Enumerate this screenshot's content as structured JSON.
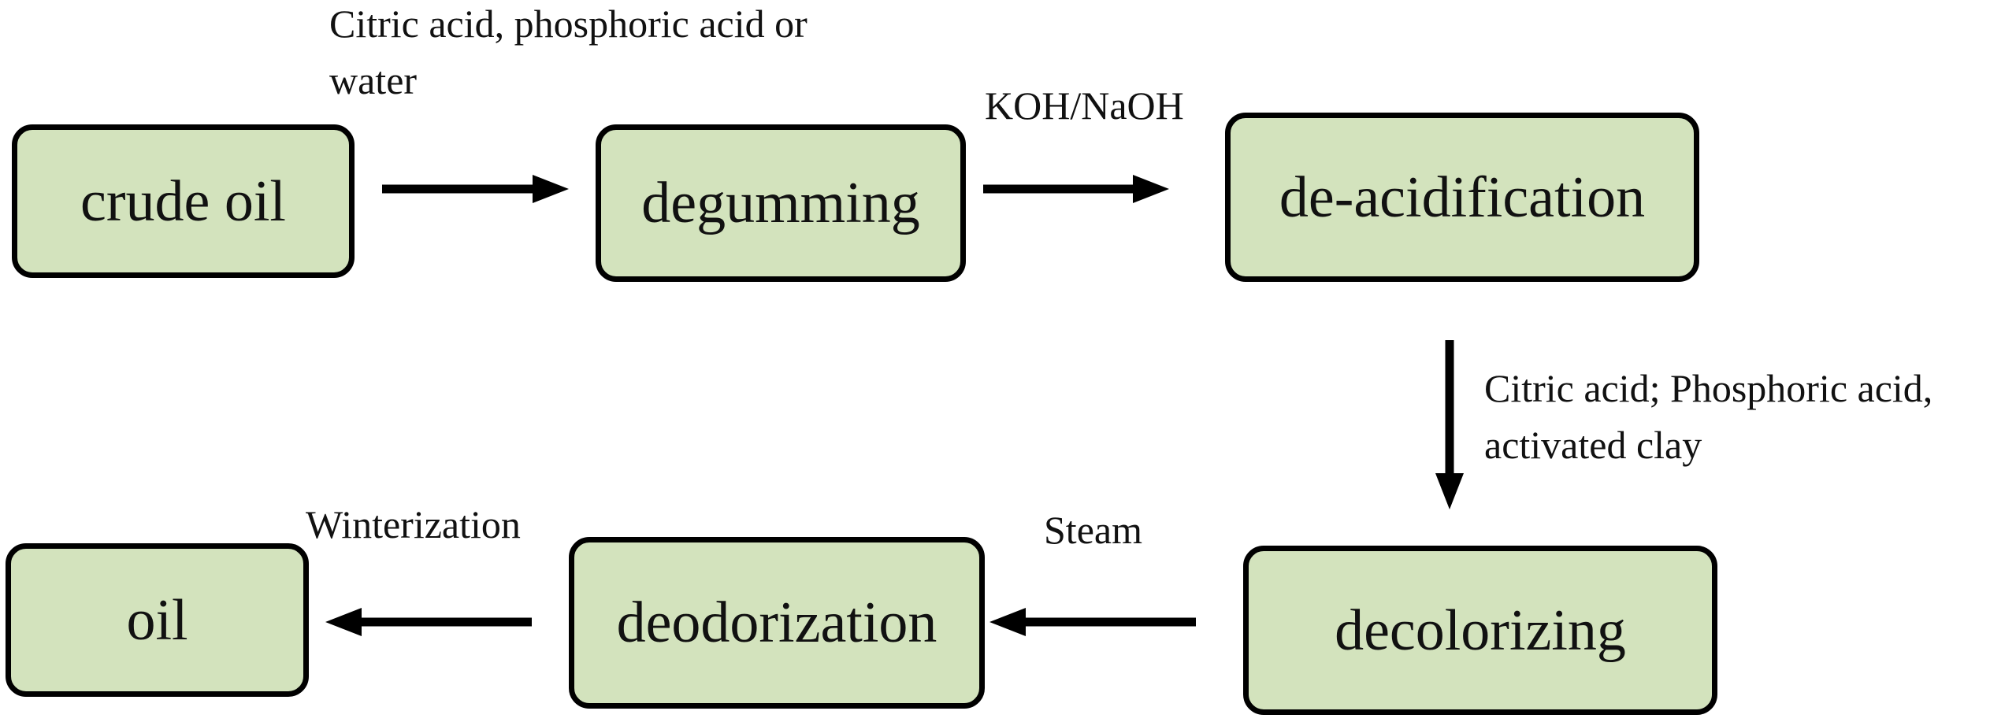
{
  "colors": {
    "box_fill": "#d3e3bd",
    "box_border": "#000000",
    "arrow": "#000000",
    "text": "#111111"
  },
  "steps": {
    "crude_oil": "crude oil",
    "degumming": "degumming",
    "deacidification": "de-acidification",
    "decolorizing": "decolorizing",
    "deodorization": "deodorization",
    "oil": "oil"
  },
  "reagents": {
    "degumming_line1": "Citric acid, phosphoric acid or",
    "degumming_line2": "water",
    "deacidification": "KOH/NaOH",
    "decolorizing_line1": "Citric acid; Phosphoric acid,",
    "decolorizing_line2": "activated clay",
    "deodorization": "Steam",
    "winterization": "Winterization"
  }
}
